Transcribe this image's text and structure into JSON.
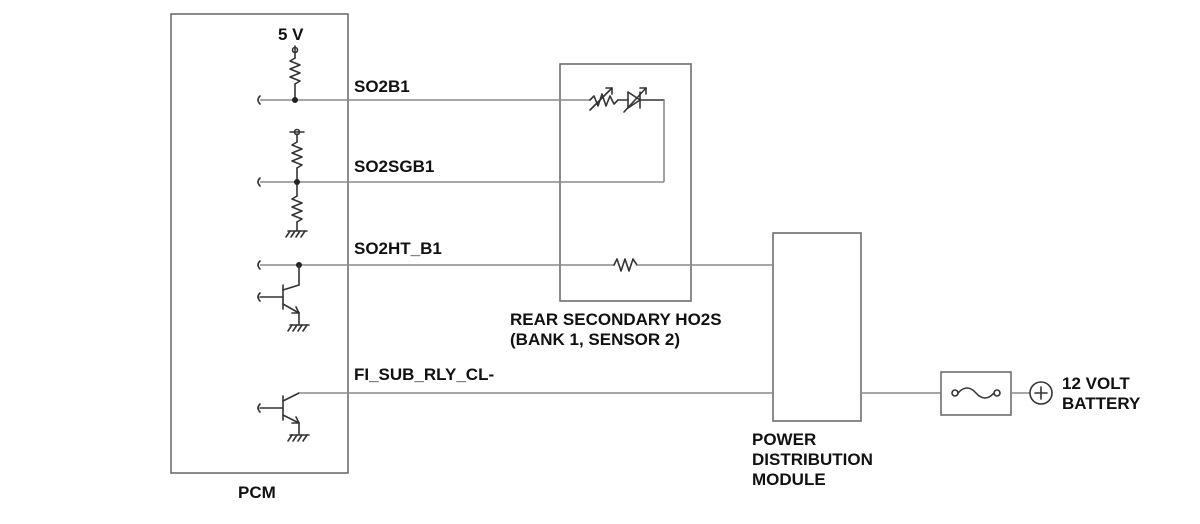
{
  "labels": {
    "supply_voltage": "5 V",
    "signal_so2b1": "SO2B1",
    "signal_so2sgb1": "SO2SGB1",
    "signal_so2ht_b1": "SO2HT_B1",
    "signal_fi_sub_rly": "FI_SUB_RLY_CL-",
    "pcm": "PCM",
    "sensor_line1": "REAR SECONDARY HO2S",
    "sensor_line2": "(BANK 1, SENSOR 2)",
    "pdm_line1": "POWER",
    "pdm_line2": "DISTRIBUTION",
    "pdm_line3": "MODULE",
    "battery_line1": "12 VOLT",
    "battery_line2": "BATTERY"
  }
}
